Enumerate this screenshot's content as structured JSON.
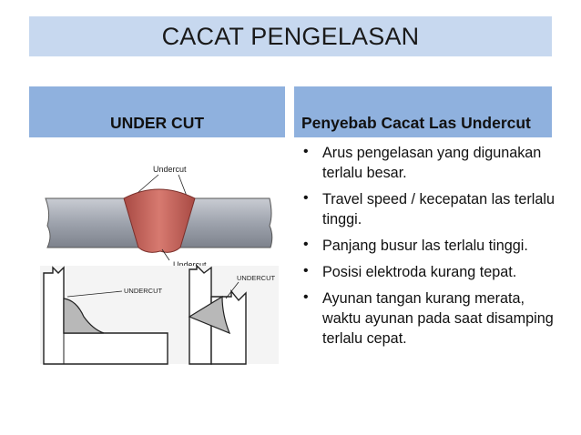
{
  "title": "CACAT PENGELASAN",
  "left_header": "UNDER CUT",
  "right_header": "Penyebab Cacat Las Undercut",
  "bullets": [
    "Arus pengelasan yang digunakan terlalu besar.",
    "Travel speed / kecepatan las terlalu tinggi.",
    "Panjang busur las terlalu tinggi.",
    "Posisi elektroda kurang tepat.",
    "Ayunan tangan kurang merata, waktu ayunan pada saat disamping terlalu cepat."
  ],
  "figure": {
    "top_label_upper": "Undercut",
    "top_label_lower": "Undercut",
    "bottom_left_label": "UNDERCUT",
    "bottom_right_label": "UNDERCUT"
  },
  "colors": {
    "title_bg": "#c7d8ef",
    "header_bg": "#8fb1de",
    "weld_color": "#c9655c",
    "plate_color": "#9da2ad"
  }
}
